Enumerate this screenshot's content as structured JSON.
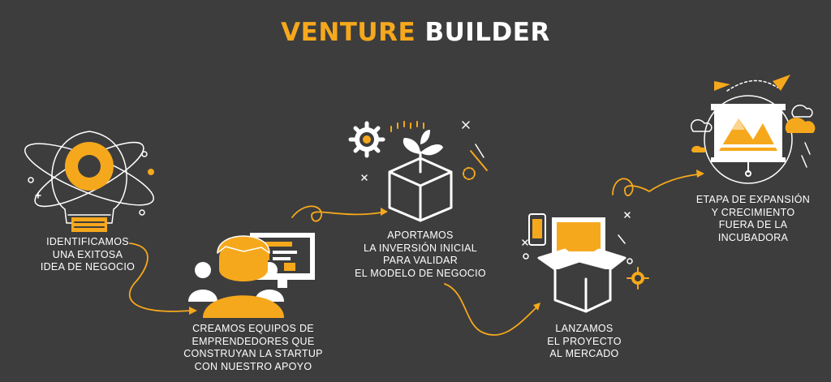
{
  "title": {
    "word1": "VENTURE",
    "word2": "BUILDER"
  },
  "colors": {
    "background": "#3d3d3d",
    "accent": "#f6a81c",
    "text": "#ffffff"
  },
  "steps": [
    {
      "text": "IDENTIFICAMOS\nUNA EXITOSA\nIDEA DE NEGOCIO",
      "icon": "lightbulb-icon"
    },
    {
      "text": "CREAMOS EQUIPOS DE\nEMPRENDEDORES QUE\nCONSTRUYAN LA STARTUP\nCON NUESTRO APOYO",
      "icon": "team-icon"
    },
    {
      "text": "APORTAMOS\nLA INVERSIÓN INICIAL\nPARA VALIDAR\nEL MODELO DE NEGOCIO",
      "icon": "growing-box-icon"
    },
    {
      "text": "LANZAMOS\nEL PROYECTO\nAL MERCADO",
      "icon": "launch-box-icon"
    },
    {
      "text": "ETAPA DE EXPANSIÓN\nY CRECIMIENTO\nFUERA DE LA\nINCUBADORA",
      "icon": "presentation-board-icon"
    }
  ]
}
